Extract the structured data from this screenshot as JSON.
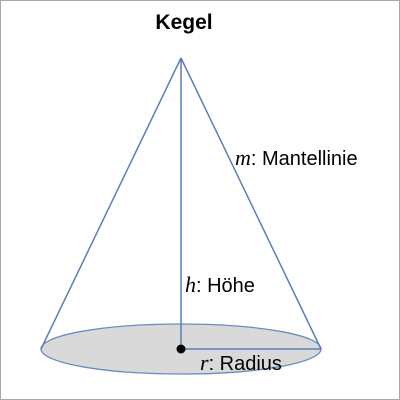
{
  "title": "Kegel",
  "labels": {
    "slant": {
      "symbol": "m",
      "text": ": Mantellinie"
    },
    "height": {
      "symbol": "h",
      "text": ": Höhe"
    },
    "radius": {
      "symbol": "r",
      "text": ": Radius"
    }
  },
  "colors": {
    "outline": "#5b7fb5",
    "base_fill": "#d9d9d9",
    "base_stroke": "#6a8cc0",
    "center_dot": "#000000",
    "frame": "#a8a8a8"
  }
}
